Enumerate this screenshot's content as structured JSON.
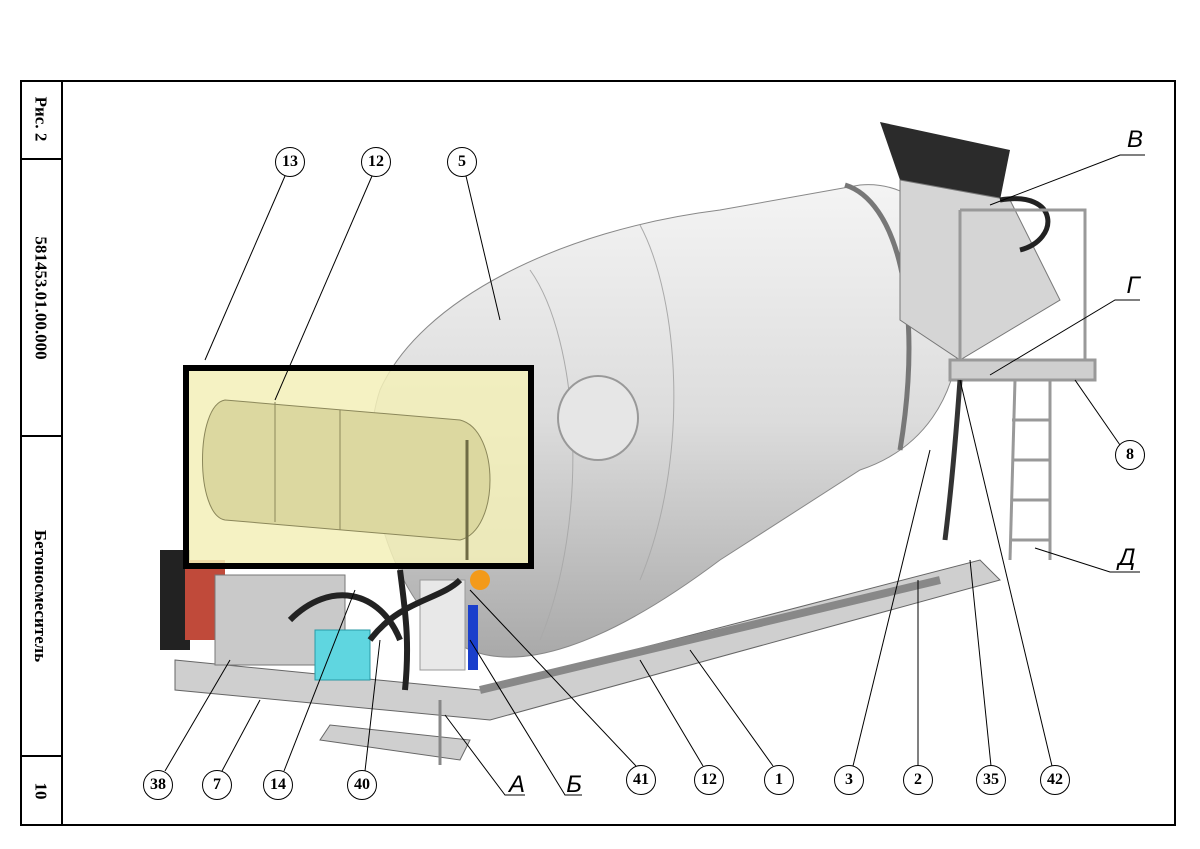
{
  "sidebar": {
    "figure": "Рис. 2",
    "doc_code": "581453.01.00.000",
    "title": "Бетоносмеситель",
    "page": "10"
  },
  "callouts": {
    "c13": "13",
    "c12a": "12",
    "c5": "5",
    "c38": "38",
    "c7": "7",
    "c14": "14",
    "c40": "40",
    "c41": "41",
    "c12b": "12",
    "c1": "1",
    "c3": "3",
    "c2": "2",
    "c35": "35",
    "c42": "42",
    "c8": "8"
  },
  "views": {
    "A": "А",
    "B": "Б",
    "V": "В",
    "G": "Г",
    "D": "Д"
  },
  "colors": {
    "highlight": "#f3f0b8",
    "pump": "#5fd6e0",
    "accent_green": "#3cb44b",
    "accent_blue": "#1a3fcc"
  }
}
